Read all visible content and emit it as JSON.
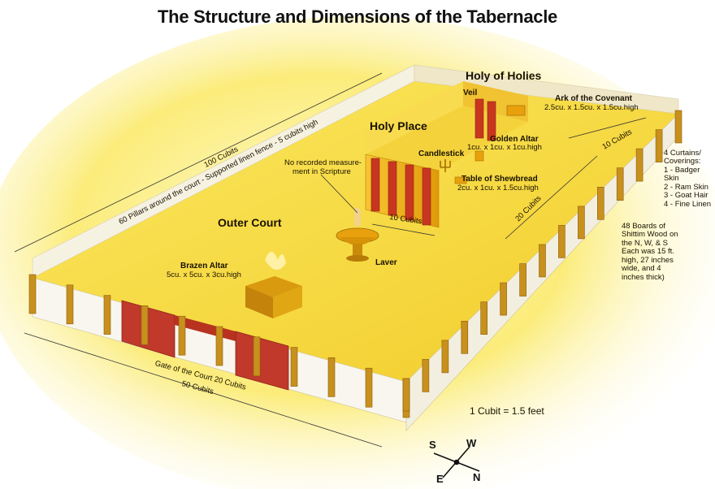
{
  "title": "The Structure and Dimensions of the Tabernacle",
  "labels": {
    "holy_of_holies": "Holy of Holies",
    "veil": "Veil",
    "ark_name": "Ark of the Covenant",
    "ark_dims": "2.5cu. x 1.5cu. x 1.5cu.high",
    "holy_place": "Holy Place",
    "golden_altar_name": "Golden Altar",
    "golden_altar_dims": "1cu. x 1cu. x 1cu.high",
    "candlestick": "Candlestick",
    "no_record_1": "No recorded measure-",
    "no_record_2": "ment in Scripture",
    "shewbread_name": "Table of Shewbread",
    "shewbread_dims": "2cu. x 1cu. x 1.5cu.high",
    "ten_cubits_front": "10 Cubits",
    "twenty_cubits": "20 Cubits",
    "ten_cubits_right": "10 Cubits",
    "hundred_cubits": "100 Cubits",
    "pillars": "60 Pillars around the court - Supported linen fence - 5 cubits high",
    "outer_court": "Outer Court",
    "brazen_altar_name": "Brazen Altar",
    "brazen_altar_dims": "5cu. x 5cu. x 3cu.high",
    "laver": "Laver",
    "gate": "Gate of the Court 20 Cubits",
    "fifty_cubits": "50 Cubits",
    "cubit_conversion": "1 Cubit = 1.5 feet"
  },
  "coverings": {
    "heading": [
      "4 Curtains/",
      "Coverings:"
    ],
    "items": [
      "1 - Badger Skin",
      "2 - Ram Skin",
      "3 - Goat Hair",
      "4 - Fine Linen"
    ]
  },
  "boards": [
    "48 Boards of",
    "Shittim Wood on",
    "the N, W, & S",
    "Each was 15 ft.",
    "high, 27 inches",
    "wide, and 4",
    "inches thick)"
  ],
  "compass": {
    "s": "S",
    "w": "W",
    "e": "E",
    "n": "N"
  },
  "colors": {
    "ground": "#f7e24a",
    "glow": "#fff7c0",
    "fence": "#f4f1e6",
    "post": "#c8901c",
    "gate": "#c0392b",
    "gold": "#e8a10c",
    "bronze": "#b8800e"
  }
}
